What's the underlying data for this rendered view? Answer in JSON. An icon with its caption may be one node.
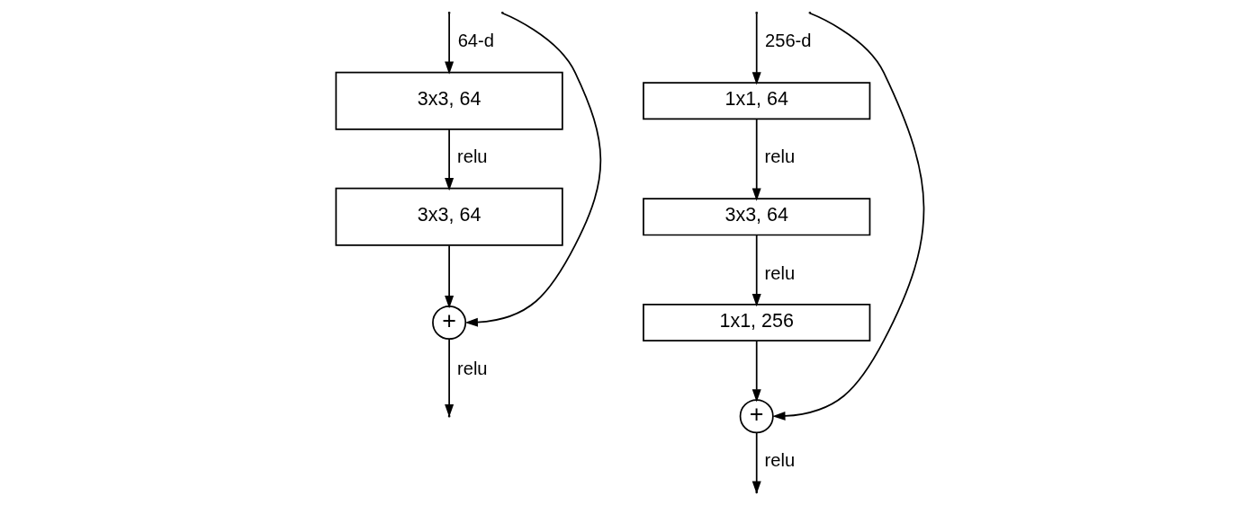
{
  "diagram": {
    "nodes": [
      {
        "text": [
          "3x3, 64"
        ]
      },
      {
        "text": [
          "3x3, 64"
        ]
      },
      {
        "text": [
          "+"
        ]
      },
      {
        "text": [
          "1x1, 64"
        ]
      },
      {
        "text": [
          "3x3, 64"
        ]
      },
      {
        "text": [
          "1x1, 256"
        ]
      },
      {
        "text": [
          "+"
        ]
      }
    ],
    "edges": [
      {
        "from": null,
        "to": 0,
        "arrow": "to",
        "label": "64-d"
      },
      {
        "from": null,
        "to": 2,
        "arrow": "to"
      },
      {
        "from": 0,
        "to": 1,
        "arrow": "to",
        "label": "relu"
      },
      {
        "from": 1,
        "to": 2,
        "arrow": "to"
      },
      {
        "from": 2,
        "to": null,
        "arrow": "to",
        "label": "relu"
      },
      {
        "from": null,
        "to": 3,
        "arrow": "to",
        "label": "256-d"
      },
      {
        "from": null,
        "to": 6,
        "arrow": "to"
      },
      {
        "from": 3,
        "to": 4,
        "arrow": "to",
        "label": "relu"
      },
      {
        "from": 4,
        "to": 5,
        "arrow": "to",
        "label": "relu"
      },
      {
        "from": 5,
        "to": 6,
        "arrow": "to"
      },
      {
        "from": 6,
        "to": null,
        "arrow": "to",
        "label": "relu"
      }
    ]
  }
}
